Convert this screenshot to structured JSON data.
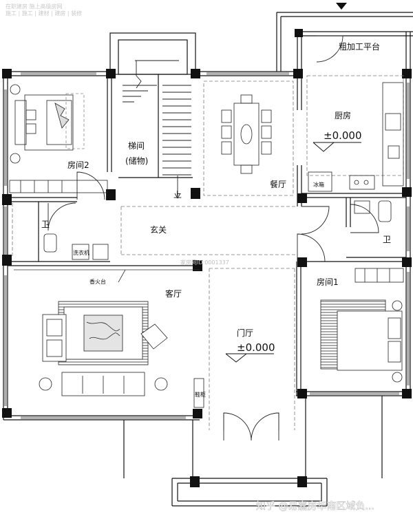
{
  "rooms": {
    "bedroom2": "房间2",
    "stairwell": "梯间",
    "stairwell_sub": "(储物)",
    "stair_up": "上",
    "dining": "餐厅",
    "kitchen": "厨房",
    "kitchen_elevation": "±0.000",
    "rough_platform": "粗加工平台",
    "fridge": "冰箱",
    "bath_left": "卫",
    "bath_right": "卫",
    "foyer": "玄关",
    "laundry": "洗衣机",
    "incense_table": "香火台",
    "living_room": "客厅",
    "entrance_hall": "门厅",
    "hall_elevation": "±0.000",
    "bedroom1": "房间1",
    "shoe_cabinet": "鞋柜"
  },
  "watermarks": {
    "top_left_line1": "在职建房 施上高级房网",
    "top_left_line2": "施工 | 施工 | 建材 | 建房 | 装修",
    "center": "家房网ID:0001337",
    "bottom_right": "知乎 @易嘉房华南区域负..."
  },
  "colors": {
    "wall": "#111111",
    "dashed": "#777777",
    "background": "#ffffff"
  }
}
